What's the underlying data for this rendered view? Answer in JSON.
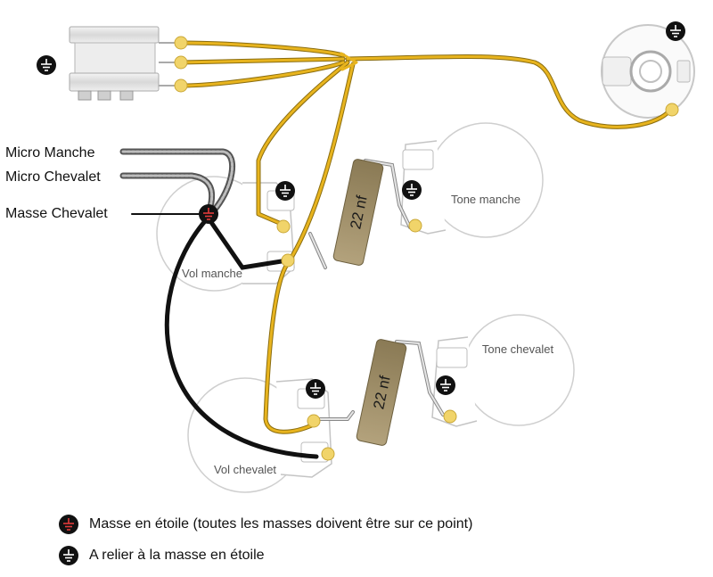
{
  "labels": {
    "micro_manche": "Micro Manche",
    "micro_chevalet": "Micro Chevalet",
    "masse_chevalet": "Masse Chevalet"
  },
  "pots": {
    "vol_manche": "Vol manche",
    "tone_manche": "Tone manche",
    "tone_chevalet": "Tone chevalet",
    "vol_chevalet": "Vol chevalet"
  },
  "capacitors": {
    "cap_manche": "22 nf",
    "cap_chevalet": "22 nf"
  },
  "legend": {
    "star_ground": "Masse en étoile (toutes les masses doivent être sur ce point)",
    "connect_ground": "A relier à la masse en étoile"
  },
  "colors": {
    "yellow_wire": "#e8b41e",
    "solder": "#f1d46a",
    "cap_body": "#9e8d68",
    "star_ground": "#d43030",
    "ground_symbol": "#111111",
    "black_wire": "#1a1a1a",
    "pot_outline": "#c9c9c9"
  }
}
